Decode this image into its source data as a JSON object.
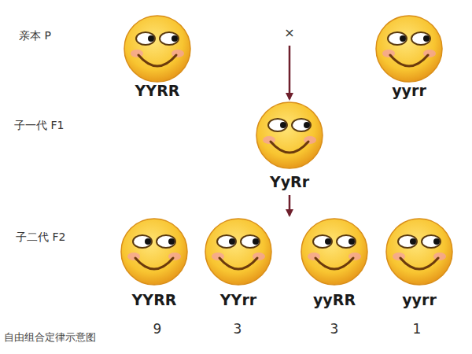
{
  "diagram": {
    "caption": "自由组合定律示意图",
    "nodes": [
      {
        "text": [
          "YYRR"
        ]
      },
      {
        "text": [
          "yyrr"
        ]
      },
      {
        "text": [
          "YyRr"
        ]
      },
      {
        "text": [
          "YYRR"
        ]
      },
      {
        "text": [
          "YYrr"
        ]
      },
      {
        "text": [
          "yyRR"
        ]
      },
      {
        "text": [
          "yyrr"
        ]
      }
    ],
    "labels": [
      "亲本 P",
      "×",
      "子一代 F1",
      "子二代 F2",
      "9",
      "3",
      "3",
      "1"
    ]
  }
}
